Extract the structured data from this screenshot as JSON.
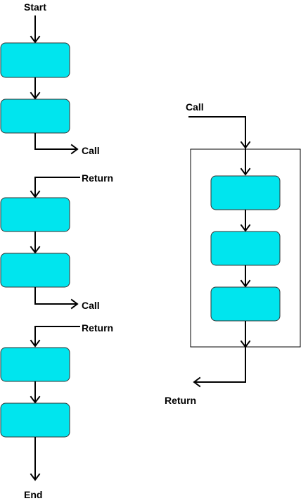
{
  "labels": {
    "start": "Start",
    "end": "End",
    "call_1": "Call",
    "return_1": "Return",
    "call_2": "Call",
    "return_2": "Return",
    "sub_call": "Call",
    "sub_return": "Return"
  },
  "colors": {
    "block_fill": "#00e5ee",
    "block_stroke": "#333333",
    "line": "#000000",
    "background": "#ffffff"
  }
}
